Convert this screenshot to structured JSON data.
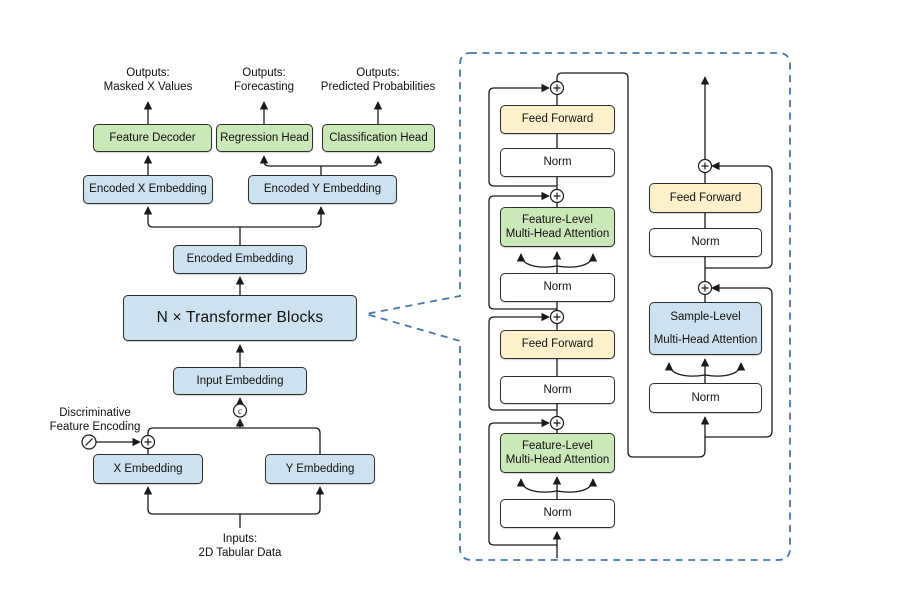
{
  "figure": {
    "outputs_masked": {
      "line1": "Outputs:",
      "line2": "Masked X Values"
    },
    "outputs_forecasting": {
      "line1": "Outputs:",
      "line2": "Forecasting"
    },
    "outputs_probabilities": {
      "line1": "Outputs:",
      "line2": "Predicted Probabilities"
    },
    "feature_decoder": "Feature Decoder",
    "regression_head": "Regression Head",
    "classification_head": "Classification Head",
    "encoded_x_embedding": "Encoded X Embedding",
    "encoded_y_embedding": "Encoded Y Embedding",
    "encoded_embedding": "Encoded Embedding",
    "transformer_blocks": "N × Transformer Blocks",
    "input_embedding": "Input Embedding",
    "discriminative": {
      "line1": "Discriminative",
      "line2": "Feature Encoding"
    },
    "x_embedding": "X Embedding",
    "y_embedding": "Y Embedding",
    "inputs": {
      "line1": "Inputs:",
      "line2": "2D Tabular Data"
    },
    "concat_symbol": "c"
  },
  "block_detail": {
    "feed_forward": "Feed Forward",
    "norm": "Norm",
    "feature_mha": {
      "line1": "Feature-Level",
      "line2": "Multi-Head Attention"
    },
    "sample_mha": {
      "line1": "Sample-Level",
      "line2": "Multi-Head Attention"
    }
  },
  "colors": {
    "embedding_blue": "#cde1ee",
    "head_green": "#cbe8b9",
    "feed_forward_yellow": "#fcf1ca",
    "norm_white": "#ffffff",
    "wire_black": "#1a1a1a",
    "callout_dash_blue": "#4678ab",
    "background": "#ffffff"
  }
}
